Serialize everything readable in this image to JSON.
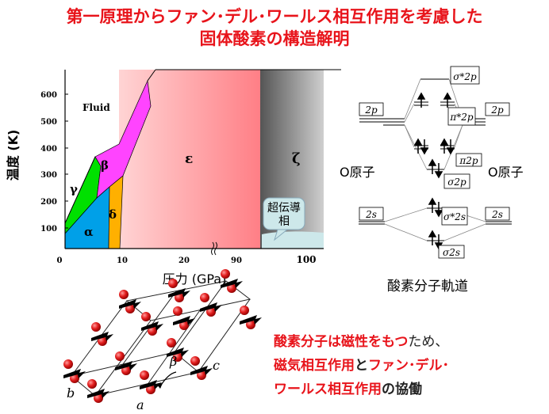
{
  "title": {
    "line1": "第一原理からファン･デル･ワールス相互作用を考慮した",
    "line2": "固体酸素の構造解明"
  },
  "phase_diagram": {
    "y_axis_label": "温度 (K)",
    "x_axis_label": "圧力 (GPa)",
    "y_ticks": [
      "600",
      "500",
      "400",
      "300",
      "200",
      "100"
    ],
    "x_ticks": [
      "0",
      "10",
      "20",
      "90",
      "100"
    ],
    "phases": {
      "fluid": "Fluid",
      "gamma": "γ",
      "beta": "β",
      "alpha": "α",
      "delta": "δ",
      "epsilon": "ε",
      "zeta": "ζ"
    },
    "superconducting_label": [
      "超伝導",
      "相"
    ],
    "colors": {
      "gamma": "#00e000",
      "beta": "#ff44ff",
      "alpha": "#00a0e8",
      "delta": "#ffb000",
      "epsilon": "#ff8a8a",
      "zeta": "#888888",
      "superconducting": "#cde8ea"
    }
  },
  "mo_diagram": {
    "left_atom": "O原子",
    "right_atom": "O原子",
    "orbital_2p_left": "2p",
    "orbital_2p_right": "2p",
    "orbital_2s_left": "2s",
    "orbital_2s_right": "2s",
    "levels": {
      "sigma_2p_star": "σ*2p",
      "pi_2p_star": "π*2p",
      "pi_2p": "π2p",
      "sigma_2p": "σ2p",
      "sigma_2s_star": "σ*2s",
      "sigma_2s": "σ2s"
    },
    "caption": "酸素分子軌道"
  },
  "crystal": {
    "label_a": "a",
    "label_b": "b",
    "label_c": "c",
    "label_beta": "β"
  },
  "message": {
    "part1": "酸素分子は磁性をもつ",
    "part2": "ため、",
    "part3": "磁気相互作用",
    "part4": "と",
    "part5": "ファン･デル･",
    "part6": "ワールス相互作用",
    "part7": "の協働"
  }
}
